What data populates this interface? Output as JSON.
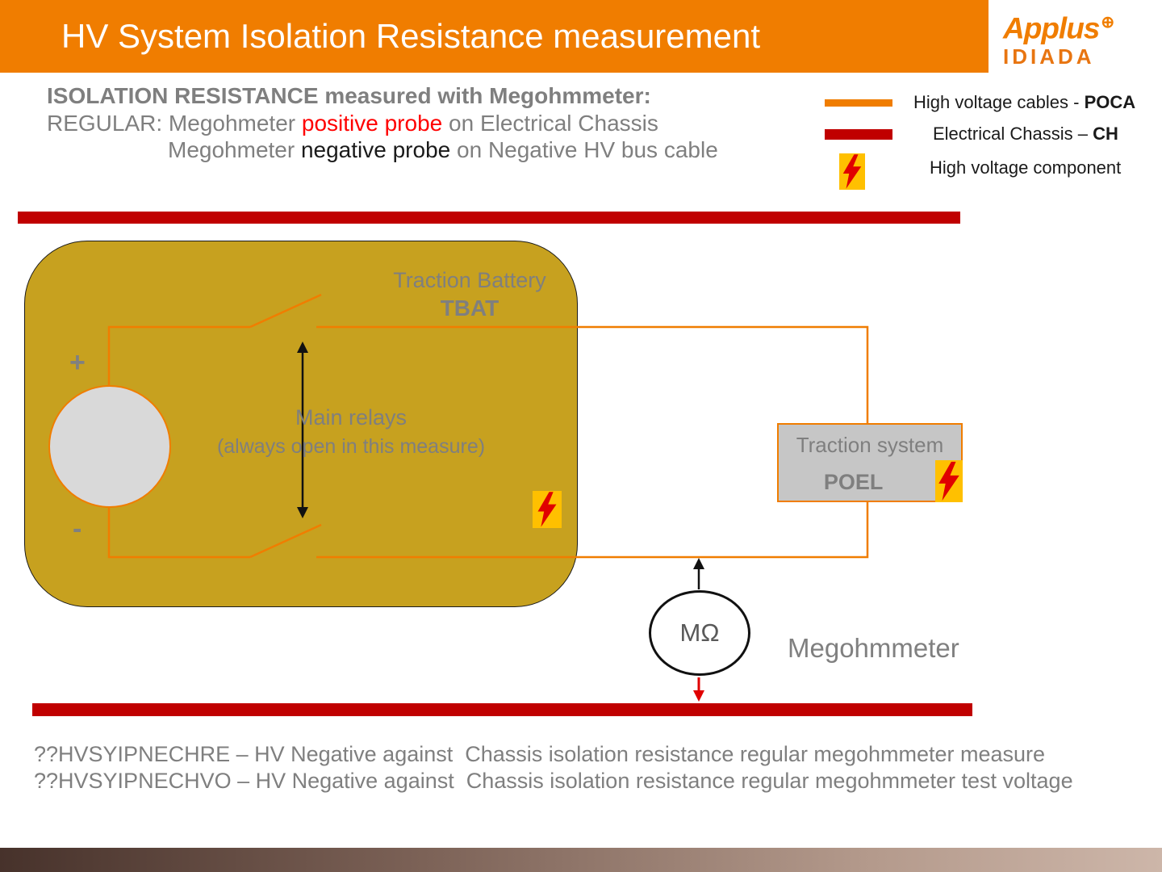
{
  "header": {
    "title": "HV System Isolation Resistance measurement",
    "logo": {
      "brand": "Applus",
      "plus_mark": "⊕",
      "sub_brand": "IDIADA"
    }
  },
  "intro": {
    "heading": "ISOLATION RESISTANCE measured with Megohmmeter:",
    "regular_prefix": "REGULAR: Megohmeter ",
    "regular_highlight": "positive probe",
    "regular_suffix": " on Electrical Chassis",
    "negative_prefix": "Megohmeter ",
    "negative_highlight": "negative probe",
    "negative_suffix": " on Negative HV bus cable"
  },
  "legend": {
    "hv_cables_label": "High voltage cables - ",
    "hv_cables_code": "POCA",
    "chassis_label": "Electrical Chassis – ",
    "chassis_code": "CH",
    "hv_component_label": "High voltage component"
  },
  "diagram": {
    "battery": {
      "title": "Traction Battery",
      "code": "TBAT",
      "plus": "+",
      "minus": "-"
    },
    "relays": {
      "line1": "Main relays",
      "line2": "(always open in this measure)"
    },
    "traction": {
      "title": "Traction system",
      "code": "POEL"
    },
    "meter": {
      "symbol": "MΩ",
      "label": "Megohmmeter"
    }
  },
  "footer": {
    "line1": "??HVSYIPNECHRE – HV Negative against  Chassis isolation resistance regular megohmmeter measure",
    "line2": "??HVSYIPNECHVO – HV Negative against  Chassis isolation resistance regular megohmmeter test voltage"
  },
  "colors": {
    "accent_orange": "#F07D00",
    "chassis_red": "#C00000",
    "battery_gold": "#C7A11F",
    "component_yellow": "#FFC000",
    "bolt_red": "#E00000",
    "highlight_red": "#FF0000",
    "text_gray": "#7F7F7F"
  }
}
